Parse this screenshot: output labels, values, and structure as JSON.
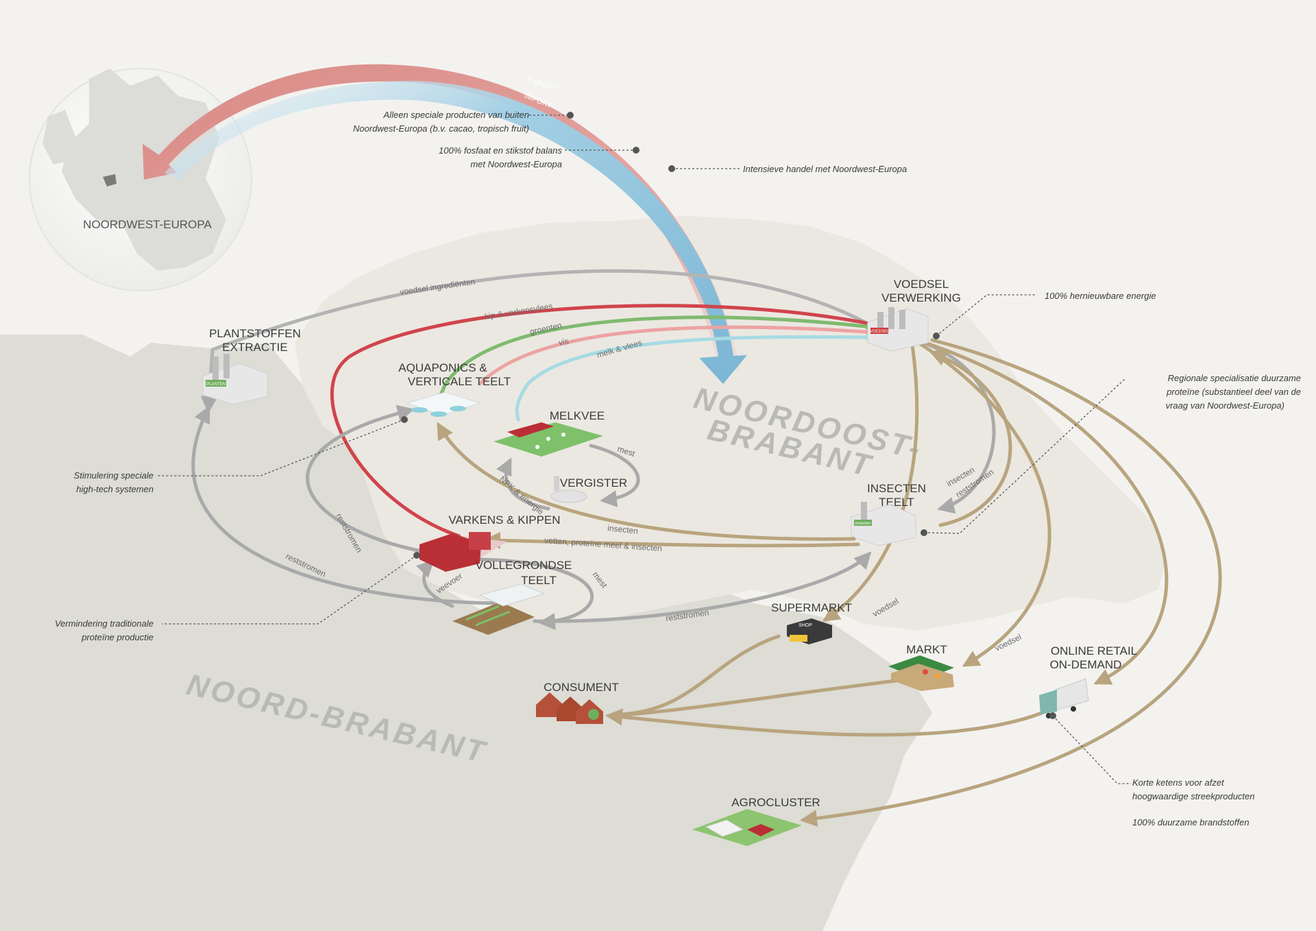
{
  "globe": {
    "label": "NOORDWEST-EUROPA"
  },
  "trade": {
    "export_label": "EXPORT",
    "import_label": "IMPORT"
  },
  "regions": {
    "inner": "NOORDOOST-\nBRABANT",
    "inner_line1": "NOORDOOST-",
    "inner_line2": "BRABANT",
    "outer": "NOORD-BRABANT"
  },
  "nodes": {
    "voedselverwerking": {
      "line1": "VOEDSEL",
      "line2": "VERWERKING",
      "sign": "VOEDSEL"
    },
    "plantstoffen": {
      "line1": "PLANTSTOFFEN",
      "line2": "EXTRACTIE",
      "sign": "PLANTEN"
    },
    "aquaponics": {
      "line1": "AQUAPONICS &",
      "line2": "VERTICALE TEELT"
    },
    "melkvee": {
      "line1": "MELKVEE"
    },
    "vergister": {
      "line1": "VERGISTER"
    },
    "insecten": {
      "line1": "INSECTEN",
      "line2": "TEELT",
      "sign": "insecten"
    },
    "varkens": {
      "line1": "VARKENS & KIPPEN"
    },
    "vollegronds": {
      "line1": "VOLLEGRONDSE",
      "line2": "TEELT"
    },
    "supermarkt": {
      "line1": "SUPERMARKT",
      "sign": "SHOP"
    },
    "markt": {
      "line1": "MARKT"
    },
    "online": {
      "line1": "ONLINE RETAIL",
      "line2": "ON-DEMAND"
    },
    "consument": {
      "line1": "CONSUMENT"
    },
    "agrocluster": {
      "line1": "AGROCLUSTER"
    }
  },
  "flows": {
    "voedsel_ingredienten": "voedsel ingrediënten",
    "kip_varkensvlees": "kip & varkensvlees",
    "groenten": "groenten",
    "vis": "vis",
    "melk_vlees": "melk & vlees",
    "mest_1": "mest",
    "npk_energie": "NPK & energie",
    "insecten_1": "insecten",
    "reststromen_1": "reststromen",
    "insecten_2": "insecten",
    "vetten": "vetten, proteïne meel & insecten",
    "reststromen_2": "reststromen",
    "reststromen_3": "reststromen",
    "reststromen_4": "reststromen",
    "veevoer": "veevoer",
    "mest_2": "mest",
    "voedsel_1": "voedsel",
    "voedsel_2": "voedsel"
  },
  "annotations": {
    "trade_1": "Alleen speciale producten van buiten\nNoordwest-Europa (b.v. cacao, tropisch fruit)",
    "trade_1a": "Alleen speciale producten van buiten",
    "trade_1b": "Noordwest-Europa (b.v. cacao, tropisch fruit)",
    "trade_2a": "100% fosfaat en stikstof balans",
    "trade_2b": "met Noordwest-Europa",
    "trade_3": "Intensieve handel met Noordwest-Europa",
    "energy": "100% hernieuwbare energie",
    "specialisatie_a": "Regionale specialisatie duurzame",
    "specialisatie_b": "proteïne (substantieel deel van de",
    "specialisatie_c": "vraag van Noordwest-Europa)",
    "hightech_a": "Stimulering speciale",
    "hightech_b": "high-tech systemen",
    "traditioneel_a": "Vermindering traditionale",
    "traditioneel_b": "proteïne productie",
    "ketens_a": "Korte ketens voor afzet",
    "ketens_b": "hoogwaardige streekproducten",
    "brandstof": "100% duurzame brandstoffen"
  },
  "colors": {
    "background": "#f3f2ef",
    "outer_land": "#dddcd5",
    "inner_land": "#ebe8e1",
    "export": "#d98a86",
    "import": "#8cbfd9",
    "grey_flow": "#a9a9a9",
    "red_flow": "#d1444c",
    "green_flow": "#7fba6f",
    "pink_flow": "#eca3a3",
    "cyan_flow": "#a6dbe3",
    "tan_flow": "#b8a47e"
  }
}
